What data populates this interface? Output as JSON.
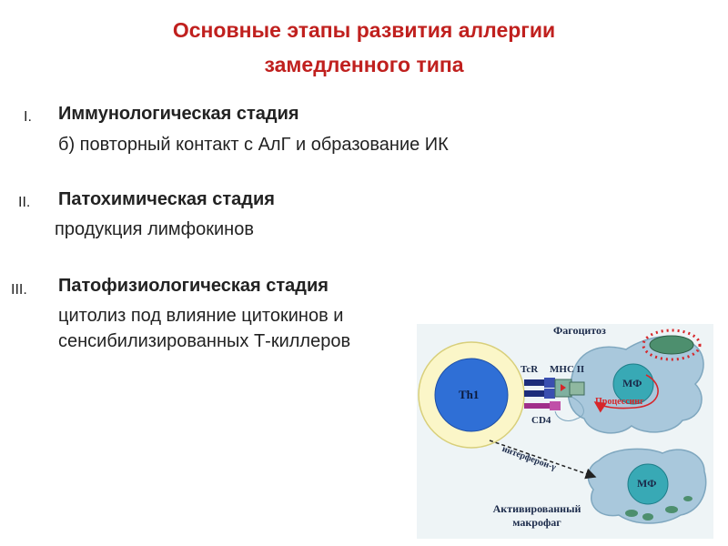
{
  "title": {
    "line1": "Основные этапы развития аллергии",
    "line2": "замедленного типа"
  },
  "stages": [
    {
      "numeral": "I.",
      "heading": "Иммунологическая стадия",
      "lines": [
        "б) повторный контакт с АлГ и образование ИК"
      ]
    },
    {
      "numeral": "II.",
      "heading": "Патохимическая стадия",
      "lines": [
        "продукция лимфокинов"
      ]
    },
    {
      "numeral": "III.",
      "heading": "Патофизиологическая стадия",
      "lines": [
        "цитолиз  под влияние цитокинов и",
        "сенсибилизированных Т-киллеров"
      ]
    }
  ],
  "diagram": {
    "fagocitoz": "Фагоцитоз",
    "th1": "Th1",
    "tcr": "TcR",
    "mhc": "MHC II",
    "cd4": "CD4",
    "mf1": "МФ",
    "processing": "Процессинг",
    "interferon": "интерферон-γ",
    "mf2": "МФ",
    "activated_line1": "Активированный",
    "activated_line2": "макрофаг"
  },
  "colors": {
    "title": "#c0201e",
    "th1_fill": "#2f6fd6",
    "th1_ring": "#fbf6c8",
    "macrophage": "#a9c8dc",
    "nucleus": "#38a9b5",
    "arrow_red": "#d7262a"
  }
}
